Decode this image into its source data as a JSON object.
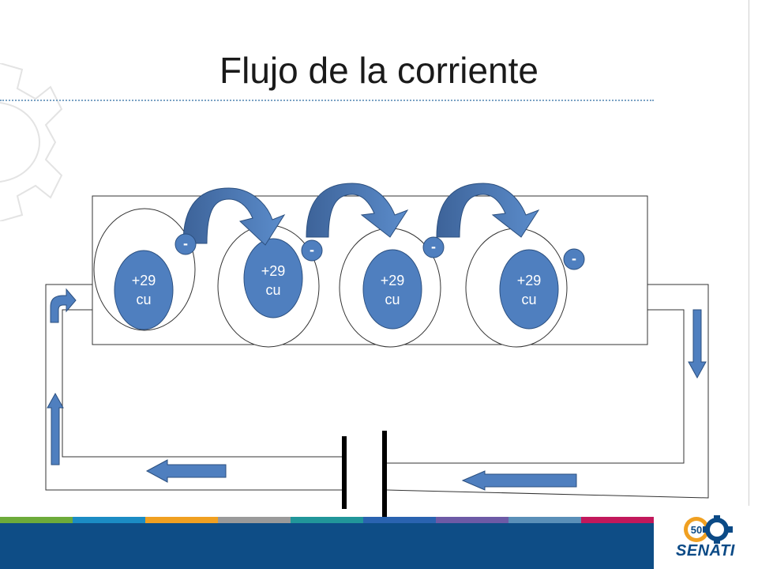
{
  "slide": {
    "title": "Flujo de la corriente"
  },
  "atoms": [
    {
      "charge": "+29",
      "element": "cu"
    },
    {
      "charge": "+29",
      "element": "cu"
    },
    {
      "charge": "+29",
      "element": "cu"
    },
    {
      "charge": "+29",
      "element": "cu"
    }
  ],
  "electrons": [
    {
      "sign": "-"
    },
    {
      "sign": "-"
    },
    {
      "sign": "-"
    },
    {
      "sign": "-"
    }
  ],
  "footer": {
    "stripe_colors": [
      "#6dab3a",
      "#1b8cc4",
      "#f0a021",
      "#9a9a9a",
      "#21969a",
      "#2a63b0",
      "#6d5aa6",
      "#5a8fb8",
      "#c2185b"
    ],
    "bar_color": "#0e4d86",
    "logo_badge": "50",
    "logo_text": "SENATI"
  },
  "colors": {
    "accent": "#4f7fbf",
    "accent_dark": "#3d6399",
    "nucleus": "#4f7fbf"
  },
  "icons": [
    "gear-icon",
    "arrow-up-icon",
    "arrow-down-icon",
    "arrow-left-icon",
    "curved-arrow-icon",
    "battery-icon"
  ]
}
